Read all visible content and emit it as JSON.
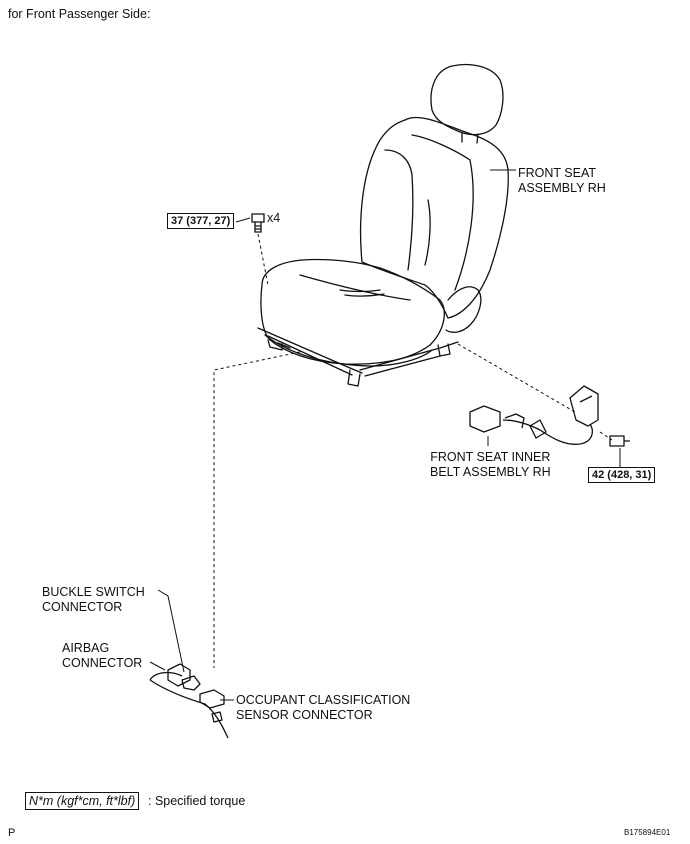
{
  "header": {
    "title": "for Front Passenger Side:"
  },
  "labels": {
    "seat": [
      "FRONT SEAT",
      "ASSEMBLY RH"
    ],
    "belt": [
      "FRONT SEAT INNER",
      "BELT ASSEMBLY RH"
    ],
    "buckle": [
      "BUCKLE SWITCH",
      "CONNECTOR"
    ],
    "airbag": [
      "AIRBAG",
      "CONNECTOR"
    ],
    "occupant": [
      "OCCUPANT CLASSIFICATION",
      "SENSOR CONNECTOR"
    ]
  },
  "torques": {
    "seat_bolt": "37 (377, 27)",
    "seat_bolt_qty": "x4",
    "belt_bolt": "42 (428, 31)"
  },
  "legend": {
    "unit": "N*m (kgf*cm, ft*lbf)",
    "text": ": Specified torque"
  },
  "footer": {
    "left": "P",
    "code": "B175894E01"
  }
}
